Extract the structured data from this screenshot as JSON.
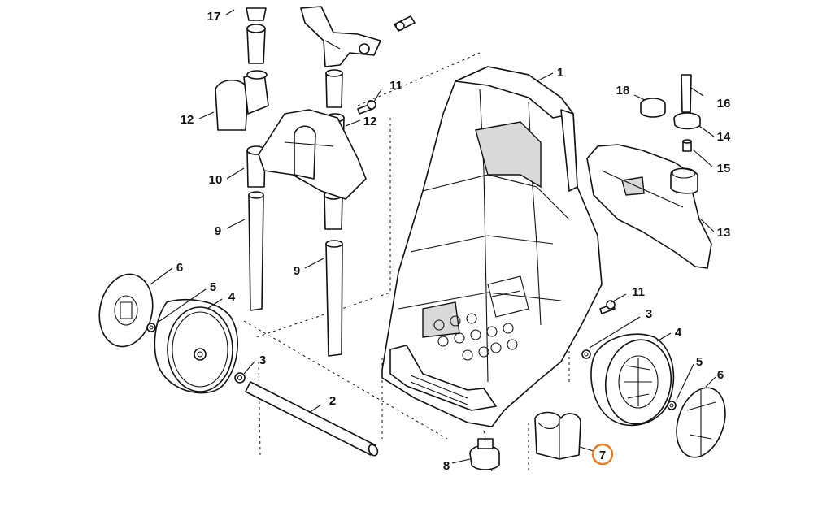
{
  "diagram": {
    "callouts": [
      {
        "id": "c1",
        "label": "1"
      },
      {
        "id": "c2",
        "label": "2"
      },
      {
        "id": "c3a",
        "label": "3"
      },
      {
        "id": "c3b",
        "label": "3"
      },
      {
        "id": "c4a",
        "label": "4"
      },
      {
        "id": "c4b",
        "label": "4"
      },
      {
        "id": "c5a",
        "label": "5"
      },
      {
        "id": "c5b",
        "label": "5"
      },
      {
        "id": "c6a",
        "label": "6"
      },
      {
        "id": "c6b",
        "label": "6"
      },
      {
        "id": "c7",
        "label": "7",
        "highlighted": true
      },
      {
        "id": "c8",
        "label": "8"
      },
      {
        "id": "c9a",
        "label": "9"
      },
      {
        "id": "c9b",
        "label": "9"
      },
      {
        "id": "c10",
        "label": "10"
      },
      {
        "id": "c11a",
        "label": "11"
      },
      {
        "id": "c11b",
        "label": "11"
      },
      {
        "id": "c12a",
        "label": "12"
      },
      {
        "id": "c12b",
        "label": "12"
      },
      {
        "id": "c13",
        "label": "13"
      },
      {
        "id": "c14",
        "label": "14"
      },
      {
        "id": "c15",
        "label": "15"
      },
      {
        "id": "c16",
        "label": "16"
      },
      {
        "id": "c17",
        "label": "17"
      },
      {
        "id": "c18",
        "label": "18"
      }
    ],
    "colors": {
      "line": "#111111",
      "shade": "#d9d9d9",
      "highlight": "#ec7a1c",
      "background": "#ffffff"
    }
  }
}
